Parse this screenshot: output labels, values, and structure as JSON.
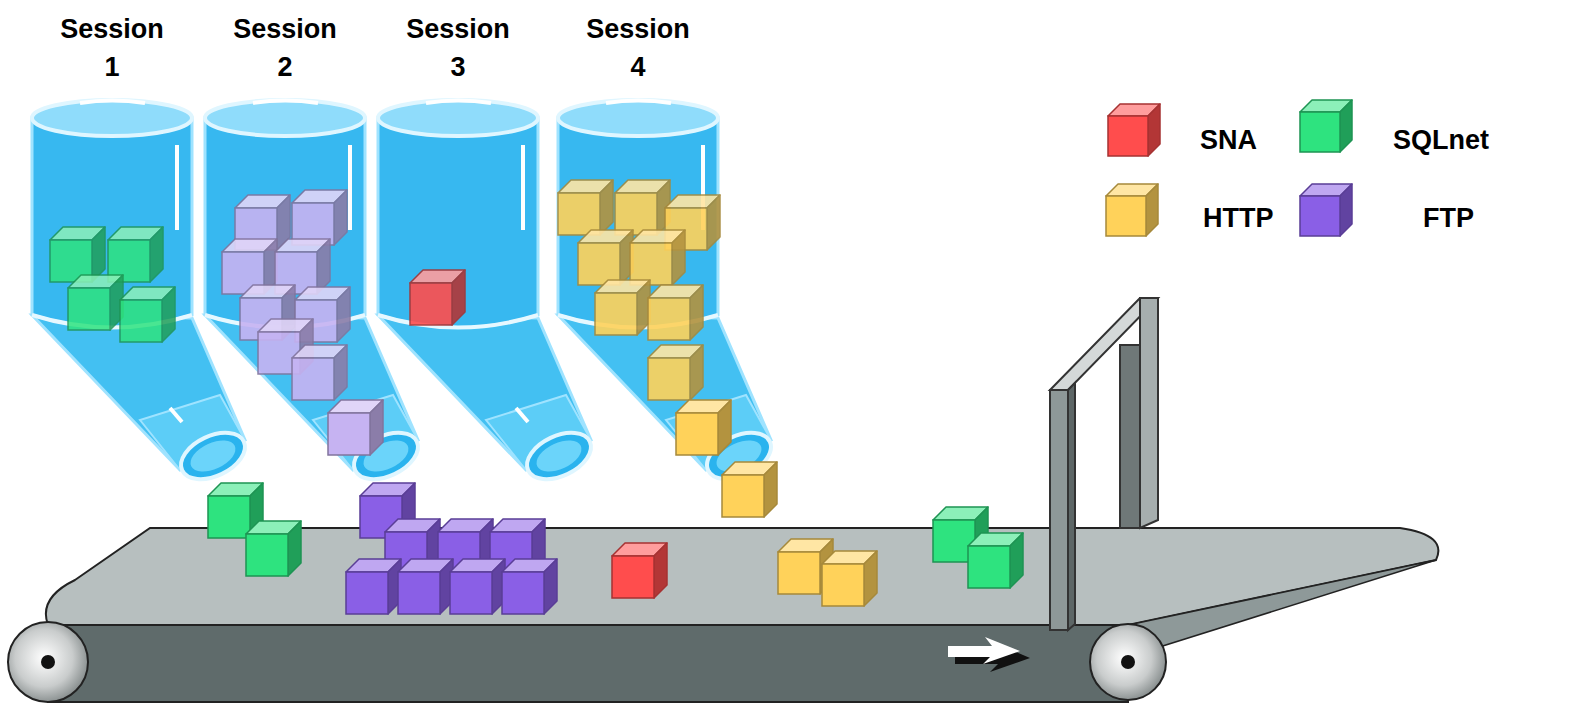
{
  "diagram": {
    "nodes": [
      {
        "text": [
          "Session 1"
        ]
      },
      {
        "text": [
          "Session 2"
        ]
      },
      {
        "text": [
          "Session 3"
        ]
      },
      {
        "text": [
          "Session 4"
        ]
      }
    ],
    "legend": [
      {
        "text": "SNA",
        "color": "#ff4d4d"
      },
      {
        "text": "SQLnet",
        "color": "#2ee37f"
      },
      {
        "text": "HTTP",
        "color": "#ffd25a"
      },
      {
        "text": "FTP",
        "color": "#8a5fe6"
      }
    ]
  }
}
